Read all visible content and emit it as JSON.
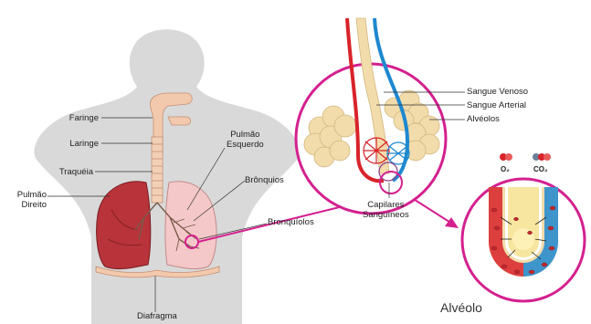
{
  "labels": {
    "faringe": "Faringe",
    "laringe": "Laringe",
    "traqueia": "Traquéia",
    "pulmao_direito_1": "Pulmão",
    "pulmao_direito_2": "Direito",
    "pulmao_esquerdo_1": "Pulmão",
    "pulmao_esquerdo_2": "Esquerdo",
    "bronquios": "Brônquios",
    "bronquiolos": "Bronquíolos",
    "diafragma": "Diafragma",
    "sangue_venoso": "Sangue Venoso",
    "sangue_arterial": "Sangue Arterial",
    "alveolos": "Alvéolos",
    "capilares_1": "Capilares",
    "capilares_2": "Sanguíneos",
    "alveolo": "Alvéolo",
    "o2": "O₂",
    "co2": "CO₂"
  },
  "colors": {
    "body_silhouette": "#d9d9d9",
    "skin": "#f3c9ad",
    "lung_right": "#b8333a",
    "lung_left": "#f4c8c8",
    "highlight_circle": "#d4208f",
    "arterial": "#d8232a",
    "venous": "#1e88d0",
    "alveolus_tissue": "#f2dcab",
    "alveolus_inner": "#f7e6a0"
  }
}
